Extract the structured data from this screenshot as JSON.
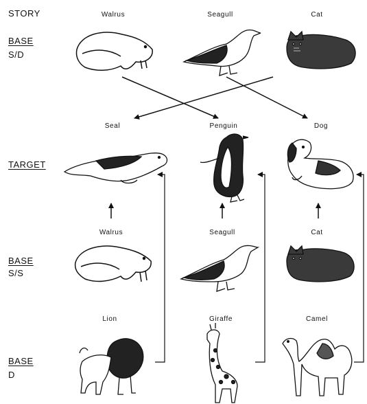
{
  "row_labels": {
    "story": "STORY",
    "base_sd_1": "BASE",
    "base_sd_2": "S/D",
    "target": "TARGET",
    "base_ss_1": "BASE",
    "base_ss_2": "S/S",
    "base_d_1": "BASE",
    "base_d_2": "D"
  },
  "story_row": [
    "Walrus",
    "Seagull",
    "Cat"
  ],
  "target_row": [
    "Seal",
    "Penguin",
    "Dog"
  ],
  "base_ss_row": [
    "Walrus",
    "Seagull",
    "Cat"
  ],
  "base_d_row": [
    "Lion",
    "Giraffe",
    "Camel"
  ]
}
